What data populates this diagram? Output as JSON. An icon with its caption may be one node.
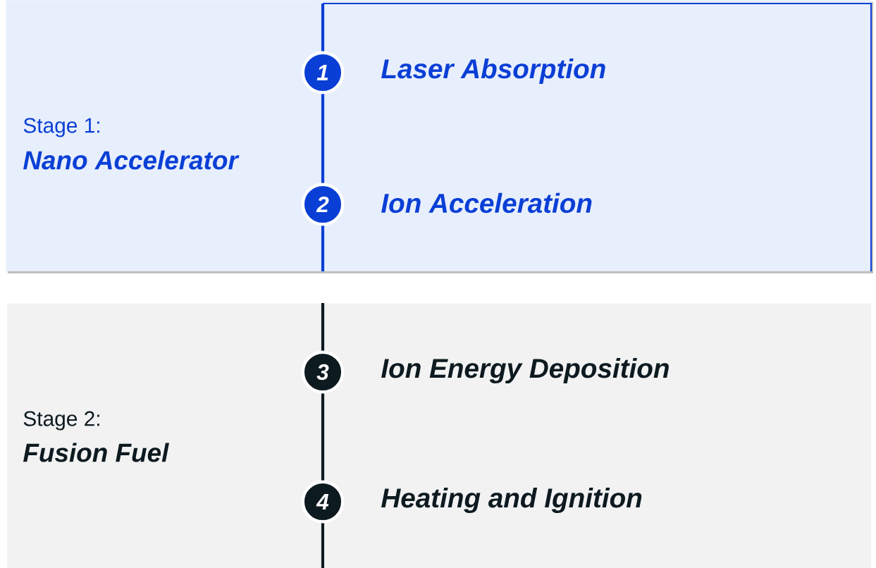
{
  "diagram": {
    "nodes": [
      {
        "text": [
          "Stage 1:",
          "Nano Accelerator"
        ]
      },
      {
        "text": [
          "1"
        ],
        "in": 0,
        "beside": [
          "Laser Absorption"
        ]
      },
      {
        "text": [
          "2"
        ],
        "in": 0,
        "beside": [
          "Ion Acceleration"
        ]
      },
      {
        "text": [
          "Stage 2:",
          "Fusion Fuel"
        ]
      },
      {
        "text": [
          "3"
        ],
        "in": 3,
        "beside": [
          "Ion Energy Deposition"
        ]
      },
      {
        "text": [
          "4"
        ],
        "in": 3,
        "beside": [
          "Heating and Ignition"
        ]
      }
    ],
    "edges": [
      {
        "from": 1,
        "to": 2,
        "arrow": "none",
        "color": "#0a3fd6"
      },
      {
        "from": 4,
        "to": 5,
        "arrow": "none",
        "color": "#0d1a20"
      }
    ]
  }
}
